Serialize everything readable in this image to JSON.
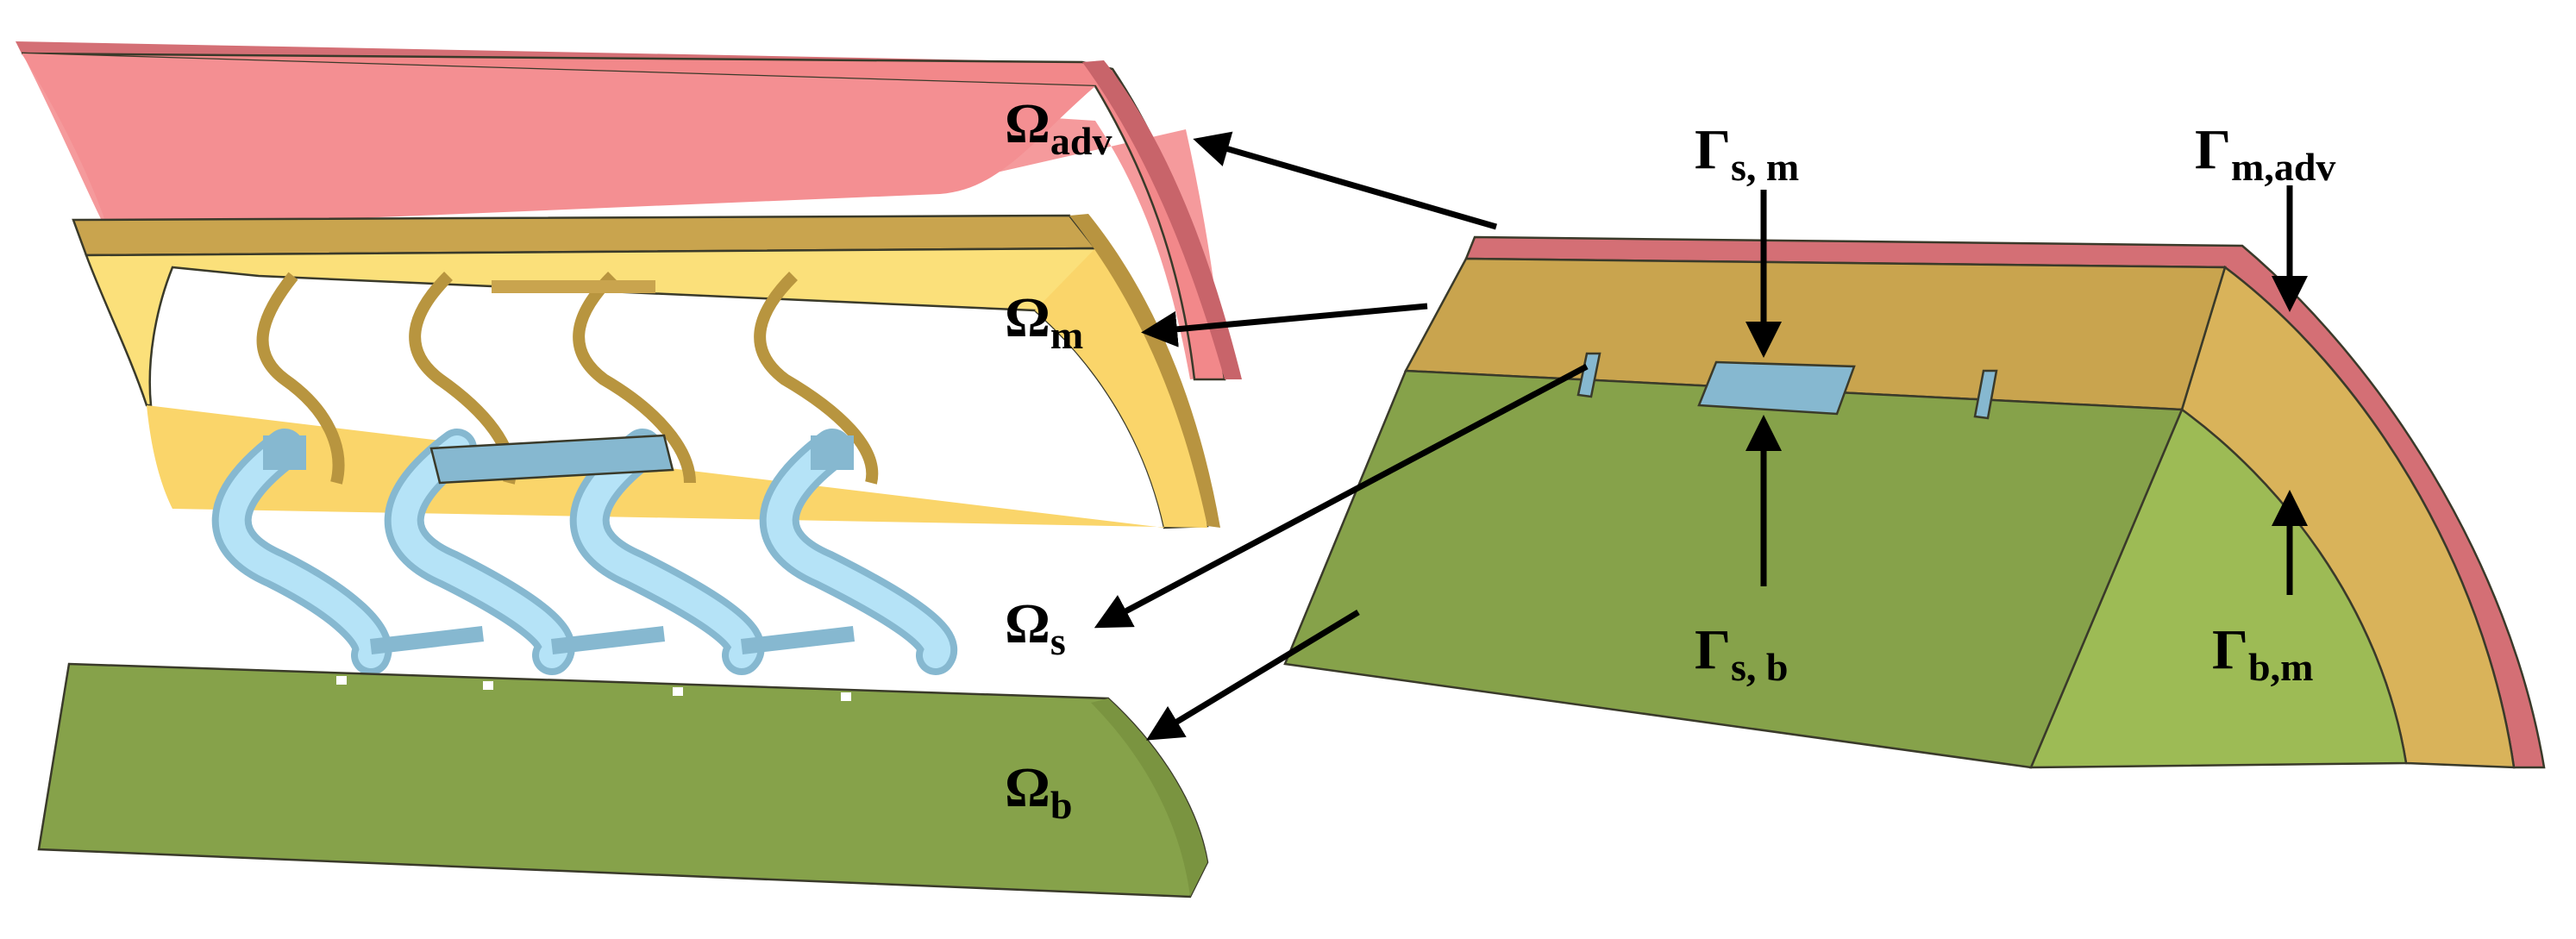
{
  "labels": {
    "omega_adv": {
      "symbol": "Ω",
      "sub": "adv"
    },
    "omega_m": {
      "symbol": "Ω",
      "sub": "m"
    },
    "omega_s": {
      "symbol": "Ω",
      "sub": "s"
    },
    "omega_b": {
      "symbol": "Ω",
      "sub": "b"
    },
    "gamma_sm": {
      "symbol": "Γ",
      "sub": "s, m"
    },
    "gamma_madv": {
      "symbol": "Γ",
      "sub": "m,adv"
    },
    "gamma_sb": {
      "symbol": "Γ",
      "sub": "s, b"
    },
    "gamma_bm": {
      "symbol": "Γ",
      "sub": "b,m"
    }
  },
  "colors": {
    "adventitia": "#f2888a",
    "adventitia_edge": "#c8646a",
    "media": "#fbe07a",
    "media_top": "#c9a44e",
    "stent": "#b5e3f7",
    "stent_top": "#86b8d0",
    "balloon": "#86a24a",
    "balloon_light": "#9dbb55"
  }
}
